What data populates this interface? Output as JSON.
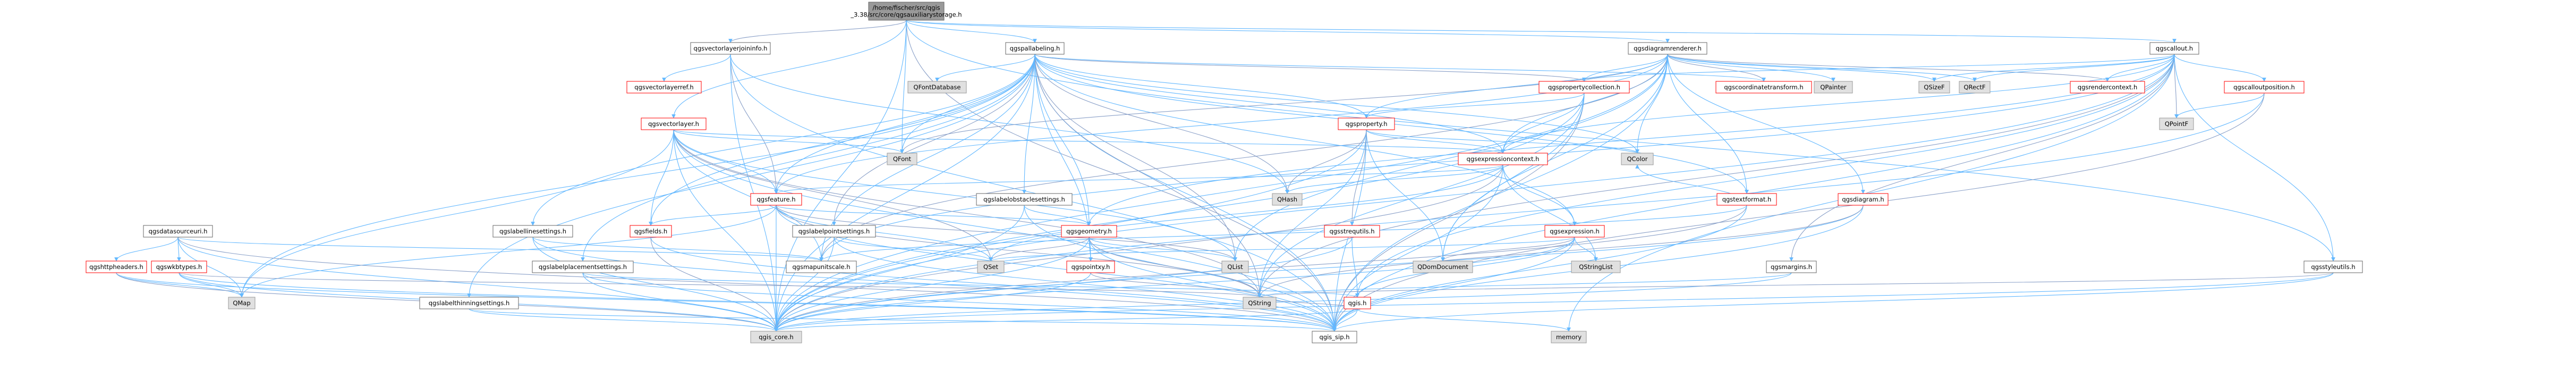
{
  "root_file": "/home/fischer/src/qgis_3.38/src/core/qgsauxiliarystorage.h",
  "colors": {
    "root_fill": "#999999",
    "root_border": "#666666",
    "doc_fill": "#ffffff",
    "doc_border": "#666666",
    "ext_fill": "#e0e0e0",
    "ext_border": "#999999",
    "trunc_border": "#ff0000",
    "edge": "#63b8ff",
    "edge_alt": "#8aa0c8"
  },
  "nodes": [
    {
      "id": "root",
      "label": "/home/fischer/src/qgis\n_3.38/src/core/qgsauxiliarystorage.h",
      "kind": "root"
    },
    {
      "id": "qgsvectorlayerjoininfo",
      "label": "qgsvectorlayerjoininfo.h",
      "kind": "doc"
    },
    {
      "id": "qgspallabeling",
      "label": "qgspallabeling.h",
      "kind": "doc"
    },
    {
      "id": "qgsdiagramrenderer",
      "label": "qgsdiagramrenderer.h",
      "kind": "doc"
    },
    {
      "id": "qgscallout",
      "label": "qgscallout.h",
      "kind": "doc"
    },
    {
      "id": "qgsvectorlayerref",
      "label": "qgsvectorlayerref.h",
      "kind": "trunc"
    },
    {
      "id": "qgsvectorlayer",
      "label": "qgsvectorlayer.h",
      "kind": "trunc"
    },
    {
      "id": "qfontdatabase",
      "label": "QFontDatabase",
      "kind": "ext"
    },
    {
      "id": "qgspropertycollection",
      "label": "qgspropertycollection.h",
      "kind": "trunc"
    },
    {
      "id": "qgscoordinatetransform",
      "label": "qgscoordinatetransform.h",
      "kind": "trunc"
    },
    {
      "id": "qpainter",
      "label": "QPainter",
      "kind": "ext"
    },
    {
      "id": "qsizef",
      "label": "QSizeF",
      "kind": "ext"
    },
    {
      "id": "qrectf",
      "label": "QRectF",
      "kind": "ext"
    },
    {
      "id": "qgsrendercontext",
      "label": "qgsrendercontext.h",
      "kind": "trunc"
    },
    {
      "id": "qgscalloutposition",
      "label": "qgscalloutposition.h",
      "kind": "trunc"
    },
    {
      "id": "qpointf",
      "label": "QPointF",
      "kind": "ext"
    },
    {
      "id": "qgsproperty",
      "label": "qgsproperty.h",
      "kind": "trunc"
    },
    {
      "id": "qfont",
      "label": "QFont",
      "kind": "ext"
    },
    {
      "id": "qgsexpressioncontext",
      "label": "qgsexpressioncontext.h",
      "kind": "trunc"
    },
    {
      "id": "qcolor",
      "label": "QColor",
      "kind": "ext"
    },
    {
      "id": "qhash",
      "label": "QHash",
      "kind": "ext"
    },
    {
      "id": "qgsfeature",
      "label": "qgsfeature.h",
      "kind": "trunc"
    },
    {
      "id": "qgslabelobstaclesettings",
      "label": "qgslabelobstaclesettings.h",
      "kind": "doc"
    },
    {
      "id": "qgstextformat",
      "label": "qgstextformat.h",
      "kind": "trunc"
    },
    {
      "id": "qgsdiagram",
      "label": "qgsdiagram.h",
      "kind": "trunc"
    },
    {
      "id": "qgsdatasourceuri",
      "label": "qgsdatasourceuri.h",
      "kind": "doc"
    },
    {
      "id": "qgslabellinesettings",
      "label": "qgslabellinesettings.h",
      "kind": "doc"
    },
    {
      "id": "qgsfields",
      "label": "qgsfields.h",
      "kind": "trunc"
    },
    {
      "id": "qgslabelpointsettings",
      "label": "qgslabelpointsettings.h",
      "kind": "doc"
    },
    {
      "id": "qgsgeometry",
      "label": "qgsgeometry.h",
      "kind": "trunc"
    },
    {
      "id": "qgsstrequtils",
      "label": "qgsstrequtils.h",
      "kind": "trunc"
    },
    {
      "id": "qgsexpression",
      "label": "qgsexpression.h",
      "kind": "trunc"
    },
    {
      "id": "qgshttpheaders",
      "label": "qgshttpheaders.h",
      "kind": "trunc"
    },
    {
      "id": "qgswkbtypes",
      "label": "qgswkbtypes.h",
      "kind": "trunc"
    },
    {
      "id": "qgslabelplacementsettings",
      "label": "qgslabelplacementsettings.h",
      "kind": "doc"
    },
    {
      "id": "qgsmapunitscale",
      "label": "qgsmapunitscale.h",
      "kind": "doc"
    },
    {
      "id": "qset",
      "label": "QSet",
      "kind": "ext"
    },
    {
      "id": "qgspointxy",
      "label": "qgspointxy.h",
      "kind": "trunc"
    },
    {
      "id": "qlist",
      "label": "QList",
      "kind": "ext"
    },
    {
      "id": "qdomdocument",
      "label": "QDomDocument",
      "kind": "ext"
    },
    {
      "id": "qstringlist",
      "label": "QStringList",
      "kind": "ext"
    },
    {
      "id": "qgsmargins",
      "label": "qgsmargins.h",
      "kind": "doc"
    },
    {
      "id": "qgsstyleutils",
      "label": "qgsstyleutils.h",
      "kind": "doc"
    },
    {
      "id": "qmap",
      "label": "QMap",
      "kind": "ext"
    },
    {
      "id": "qgslabelthinningsettings",
      "label": "qgslabelthinningsettings.h",
      "kind": "doc"
    },
    {
      "id": "qgis",
      "label": "qgis.h",
      "kind": "trunc"
    },
    {
      "id": "qstring",
      "label": "QString",
      "kind": "ext"
    },
    {
      "id": "qgis_core",
      "label": "qgis_core.h",
      "kind": "ext"
    },
    {
      "id": "qgis_sip",
      "label": "qgis_sip.h",
      "kind": "doc"
    },
    {
      "id": "memory",
      "label": "memory",
      "kind": "ext"
    }
  ],
  "edges": [
    [
      "root",
      "qgsvectorlayerjoininfo"
    ],
    [
      "root",
      "qgspallabeling"
    ],
    [
      "root",
      "qgsdiagramrenderer"
    ],
    [
      "root",
      "qgscallout"
    ],
    [
      "root",
      "qgis_core"
    ],
    [
      "root",
      "qgis_sip"
    ],
    [
      "root",
      "qgsstyleutils"
    ],
    [
      "root",
      "qgsvectorlayer"
    ],
    [
      "root",
      "qfont"
    ],
    [
      "qgsvectorlayerjoininfo",
      "qgsvectorlayerref"
    ],
    [
      "qgsvectorlayerjoininfo",
      "qgsfeature"
    ],
    [
      "qgsvectorlayerjoininfo",
      "qgis_core"
    ],
    [
      "qgsvectorlayerjoininfo",
      "qgis_sip"
    ],
    [
      "qgsvectorlayerjoininfo",
      "qhash"
    ],
    [
      "qgspallabeling",
      "qfontdatabase"
    ],
    [
      "qgspallabeling",
      "qgspropertycollection"
    ],
    [
      "qgspallabeling",
      "qgscoordinatetransform"
    ],
    [
      "qgspallabeling",
      "qgsproperty"
    ],
    [
      "qgspallabeling",
      "qfont"
    ],
    [
      "qgspallabeling",
      "qcolor"
    ],
    [
      "qgspallabeling",
      "qhash"
    ],
    [
      "qgspallabeling",
      "qgsfeature"
    ],
    [
      "qgspallabeling",
      "qgslabelobstaclesettings"
    ],
    [
      "qgspallabeling",
      "qgslabellinesettings"
    ],
    [
      "qgspallabeling",
      "qgsfields"
    ],
    [
      "qgspallabeling",
      "qgslabelpointsettings"
    ],
    [
      "qgspallabeling",
      "qgsgeometry"
    ],
    [
      "qgspallabeling",
      "qgslabelplacementsettings"
    ],
    [
      "qgspallabeling",
      "qgsmapunitscale"
    ],
    [
      "qgspallabeling",
      "qgspointxy"
    ],
    [
      "qgspallabeling",
      "qlist"
    ],
    [
      "qgspallabeling",
      "qmap"
    ],
    [
      "qgspallabeling",
      "qgslabelthinningsettings"
    ],
    [
      "qgspallabeling",
      "qgis_core"
    ],
    [
      "qgspallabeling",
      "qgis_sip"
    ],
    [
      "qgspallabeling",
      "qstring"
    ],
    [
      "qgspallabeling",
      "qgsexpression"
    ],
    [
      "qgspallabeling",
      "qgstextformat"
    ],
    [
      "qgspallabeling",
      "qgsexpressioncontext"
    ],
    [
      "qgsdiagramrenderer",
      "qgspropertycollection"
    ],
    [
      "qgsdiagramrenderer",
      "qgscoordinatetransform"
    ],
    [
      "qgsdiagramrenderer",
      "qpainter"
    ],
    [
      "qgsdiagramrenderer",
      "qsizef"
    ],
    [
      "qgsdiagramrenderer",
      "qrectf"
    ],
    [
      "qgsdiagramrenderer",
      "qcolor"
    ],
    [
      "qgsdiagramrenderer",
      "qfont"
    ],
    [
      "qgsdiagramrenderer",
      "qgsdiagram"
    ],
    [
      "qgsdiagramrenderer",
      "qgstextformat"
    ],
    [
      "qgsdiagramrenderer",
      "qgsexpressioncontext"
    ],
    [
      "qgsdiagramrenderer",
      "qgsfeature"
    ],
    [
      "qgsdiagramrenderer",
      "qgsmapunitscale"
    ],
    [
      "qgsdiagramrenderer",
      "qdomdocument"
    ],
    [
      "qgsdiagramrenderer",
      "qgis_core"
    ],
    [
      "qgsdiagramrenderer",
      "qgis_sip"
    ],
    [
      "qgsdiagramrenderer",
      "qgsproperty"
    ],
    [
      "qgsdiagramrenderer",
      "qgsrendercontext"
    ],
    [
      "qgsdiagramrenderer",
      "qlist"
    ],
    [
      "qgscallout",
      "qgsrendercontext"
    ],
    [
      "qgscallout",
      "qgscalloutposition"
    ],
    [
      "qgscallout",
      "qgspropertycollection"
    ],
    [
      "qgscallout",
      "qpointf"
    ],
    [
      "qgscallout",
      "qrectf"
    ],
    [
      "qgscallout",
      "qsizef"
    ],
    [
      "qgscallout",
      "qgis_core"
    ],
    [
      "qgscallout",
      "qgis_sip"
    ],
    [
      "qgscallout",
      "qgsmargins"
    ],
    [
      "qgscallout",
      "qgsmapunitscale"
    ],
    [
      "qgscallout",
      "qgsgeometry"
    ],
    [
      "qgscallout",
      "qgsexpressioncontext"
    ],
    [
      "qgscallout",
      "qgis"
    ],
    [
      "qgscallout",
      "qstring"
    ],
    [
      "qgscallout",
      "memory"
    ],
    [
      "qgscallout",
      "qgsstyleutils"
    ],
    [
      "qgscalloutposition",
      "qpointf"
    ],
    [
      "qgscalloutposition",
      "qgis_core"
    ],
    [
      "qgscalloutposition",
      "qgis_sip"
    ],
    [
      "qgsvectorlayer",
      "qfont"
    ],
    [
      "qgsvectorlayer",
      "qgsfeature"
    ],
    [
      "qgsvectorlayer",
      "qgsexpressioncontext"
    ],
    [
      "qgsvectorlayer",
      "qgsfields"
    ],
    [
      "qgsvectorlayer",
      "qset"
    ],
    [
      "qgsvectorlayer",
      "qlist"
    ],
    [
      "qgsvectorlayer",
      "qmap"
    ],
    [
      "qgsvectorlayer",
      "qgis_core"
    ],
    [
      "qgsvectorlayer",
      "qgis_sip"
    ],
    [
      "qgsvectorlayer",
      "qstring"
    ],
    [
      "qgsvectorlayer",
      "qgsmapunitscale"
    ],
    [
      "qgspropertycollection",
      "qgsproperty"
    ],
    [
      "qgspropertycollection",
      "qgsexpressioncontext"
    ],
    [
      "qgspropertycollection",
      "qgis_core"
    ],
    [
      "qgspropertycollection",
      "qgis_sip"
    ],
    [
      "qgspropertycollection",
      "qdomdocument"
    ],
    [
      "qgspropertycollection",
      "qstring"
    ],
    [
      "qgsproperty",
      "qgsexpressioncontext"
    ],
    [
      "qgsproperty",
      "qcolor"
    ],
    [
      "qgsproperty",
      "qhash"
    ],
    [
      "qgsproperty",
      "qdomdocument"
    ],
    [
      "qgsproperty",
      "qgis_core"
    ],
    [
      "qgsproperty",
      "qgis_sip"
    ],
    [
      "qgsproperty",
      "qstring"
    ],
    [
      "qgsproperty",
      "qgsstrequtils"
    ],
    [
      "qgsexpressioncontext",
      "qgsfeature"
    ],
    [
      "qgsexpressioncontext",
      "qhash"
    ],
    [
      "qgsexpressioncontext",
      "qset"
    ],
    [
      "qgsexpressioncontext",
      "qstringlist"
    ],
    [
      "qgsexpressioncontext",
      "qgis_core"
    ],
    [
      "qgsexpressioncontext",
      "qgis_sip"
    ],
    [
      "qgsexpressioncontext",
      "qgsexpression"
    ],
    [
      "qgsfeature",
      "qgsfields"
    ],
    [
      "qgsfeature",
      "qgsgeometry"
    ],
    [
      "qgsfeature",
      "qlist"
    ],
    [
      "qgsfeature",
      "qmap"
    ],
    [
      "qgsfeature",
      "qgis_core"
    ],
    [
      "qgsfeature",
      "qgis_sip"
    ],
    [
      "qgsfeature",
      "qset"
    ],
    [
      "qgsfeature",
      "qstring"
    ],
    [
      "qgslabelobstaclesettings",
      "qgsgeometry"
    ],
    [
      "qgslabelobstaclesettings",
      "qgis_core"
    ],
    [
      "qgslabelobstaclesettings",
      "qgis_sip"
    ],
    [
      "qgstextformat",
      "qgsmapunitscale"
    ],
    [
      "qgstextformat",
      "qgis_core"
    ],
    [
      "qgstextformat",
      "qgis_sip"
    ],
    [
      "qgstextformat",
      "qcolor"
    ],
    [
      "qgsdiagram",
      "qgis_core"
    ],
    [
      "qgsdiagram",
      "qgis_sip"
    ],
    [
      "qgsdiagram",
      "qstring"
    ],
    [
      "qgsdatasourceuri",
      "qgshttpheaders"
    ],
    [
      "qgsdatasourceuri",
      "qgswkbtypes"
    ],
    [
      "qgsdatasourceuri",
      "qmap"
    ],
    [
      "qgsdatasourceuri",
      "qgis_core"
    ],
    [
      "qgsdatasourceuri",
      "qgis_sip"
    ],
    [
      "qgsdatasourceuri",
      "qgsmapunitscale"
    ],
    [
      "qgslabellinesettings",
      "qgsmapunitscale"
    ],
    [
      "qgslabellinesettings",
      "qgis_core"
    ],
    [
      "qgslabellinesettings",
      "qgis_sip"
    ],
    [
      "qgsfields",
      "qgis_core"
    ],
    [
      "qgsfields",
      "qgis_sip"
    ],
    [
      "qgslabelpointsettings",
      "qgis_core"
    ],
    [
      "qgslabelpointsettings",
      "qgis_sip"
    ],
    [
      "qgslabelpointsettings",
      "qset"
    ],
    [
      "qgsgeometry",
      "qset"
    ],
    [
      "qgsgeometry",
      "qgspointxy"
    ],
    [
      "qgsgeometry",
      "qlist"
    ],
    [
      "qgsgeometry",
      "qgis_core"
    ],
    [
      "qgsgeometry",
      "qgis_sip"
    ],
    [
      "qgsgeometry",
      "qstring"
    ],
    [
      "qgsstrequtils",
      "qgis"
    ],
    [
      "qgsstrequtils",
      "qgis_core"
    ],
    [
      "qgsexpression",
      "qgis"
    ],
    [
      "qgsexpression",
      "qstringlist"
    ],
    [
      "qgsexpression",
      "qdomdocument"
    ],
    [
      "qgsexpression",
      "qgis_core"
    ],
    [
      "qgsexpression",
      "qgis_sip"
    ],
    [
      "qgsexpression",
      "qset"
    ],
    [
      "qgshttpheaders",
      "qmap"
    ],
    [
      "qgshttpheaders",
      "qgis_core"
    ],
    [
      "qgshttpheaders",
      "qgis_sip"
    ],
    [
      "qgswkbtypes",
      "qmap"
    ],
    [
      "qgswkbtypes",
      "qgis_core"
    ],
    [
      "qgswkbtypes",
      "qgis_sip"
    ],
    [
      "qgswkbtypes",
      "qstring"
    ],
    [
      "qgslabelplacementsettings",
      "qgis_core"
    ],
    [
      "qgslabelplacementsettings",
      "qgis_sip"
    ],
    [
      "qgslabelplacementsettings",
      "qgis"
    ],
    [
      "qgspointxy",
      "qgis_core"
    ],
    [
      "qgspointxy",
      "qstring"
    ],
    [
      "qgsmargins",
      "qgis_core"
    ],
    [
      "qgsmargins",
      "qstring"
    ],
    [
      "qgsstyleutils",
      "qgis_core"
    ],
    [
      "qgsstyleutils",
      "qgis_sip"
    ],
    [
      "qgsstyleutils",
      "qstring"
    ],
    [
      "qgslabelthinningsettings",
      "qgis_core"
    ],
    [
      "qgslabelthinningsettings",
      "qgis_sip"
    ],
    [
      "qgis",
      "qgis_core"
    ],
    [
      "qgis",
      "qgis_sip"
    ],
    [
      "qgis",
      "qstring"
    ],
    [
      "qgis",
      "memory"
    ]
  ]
}
